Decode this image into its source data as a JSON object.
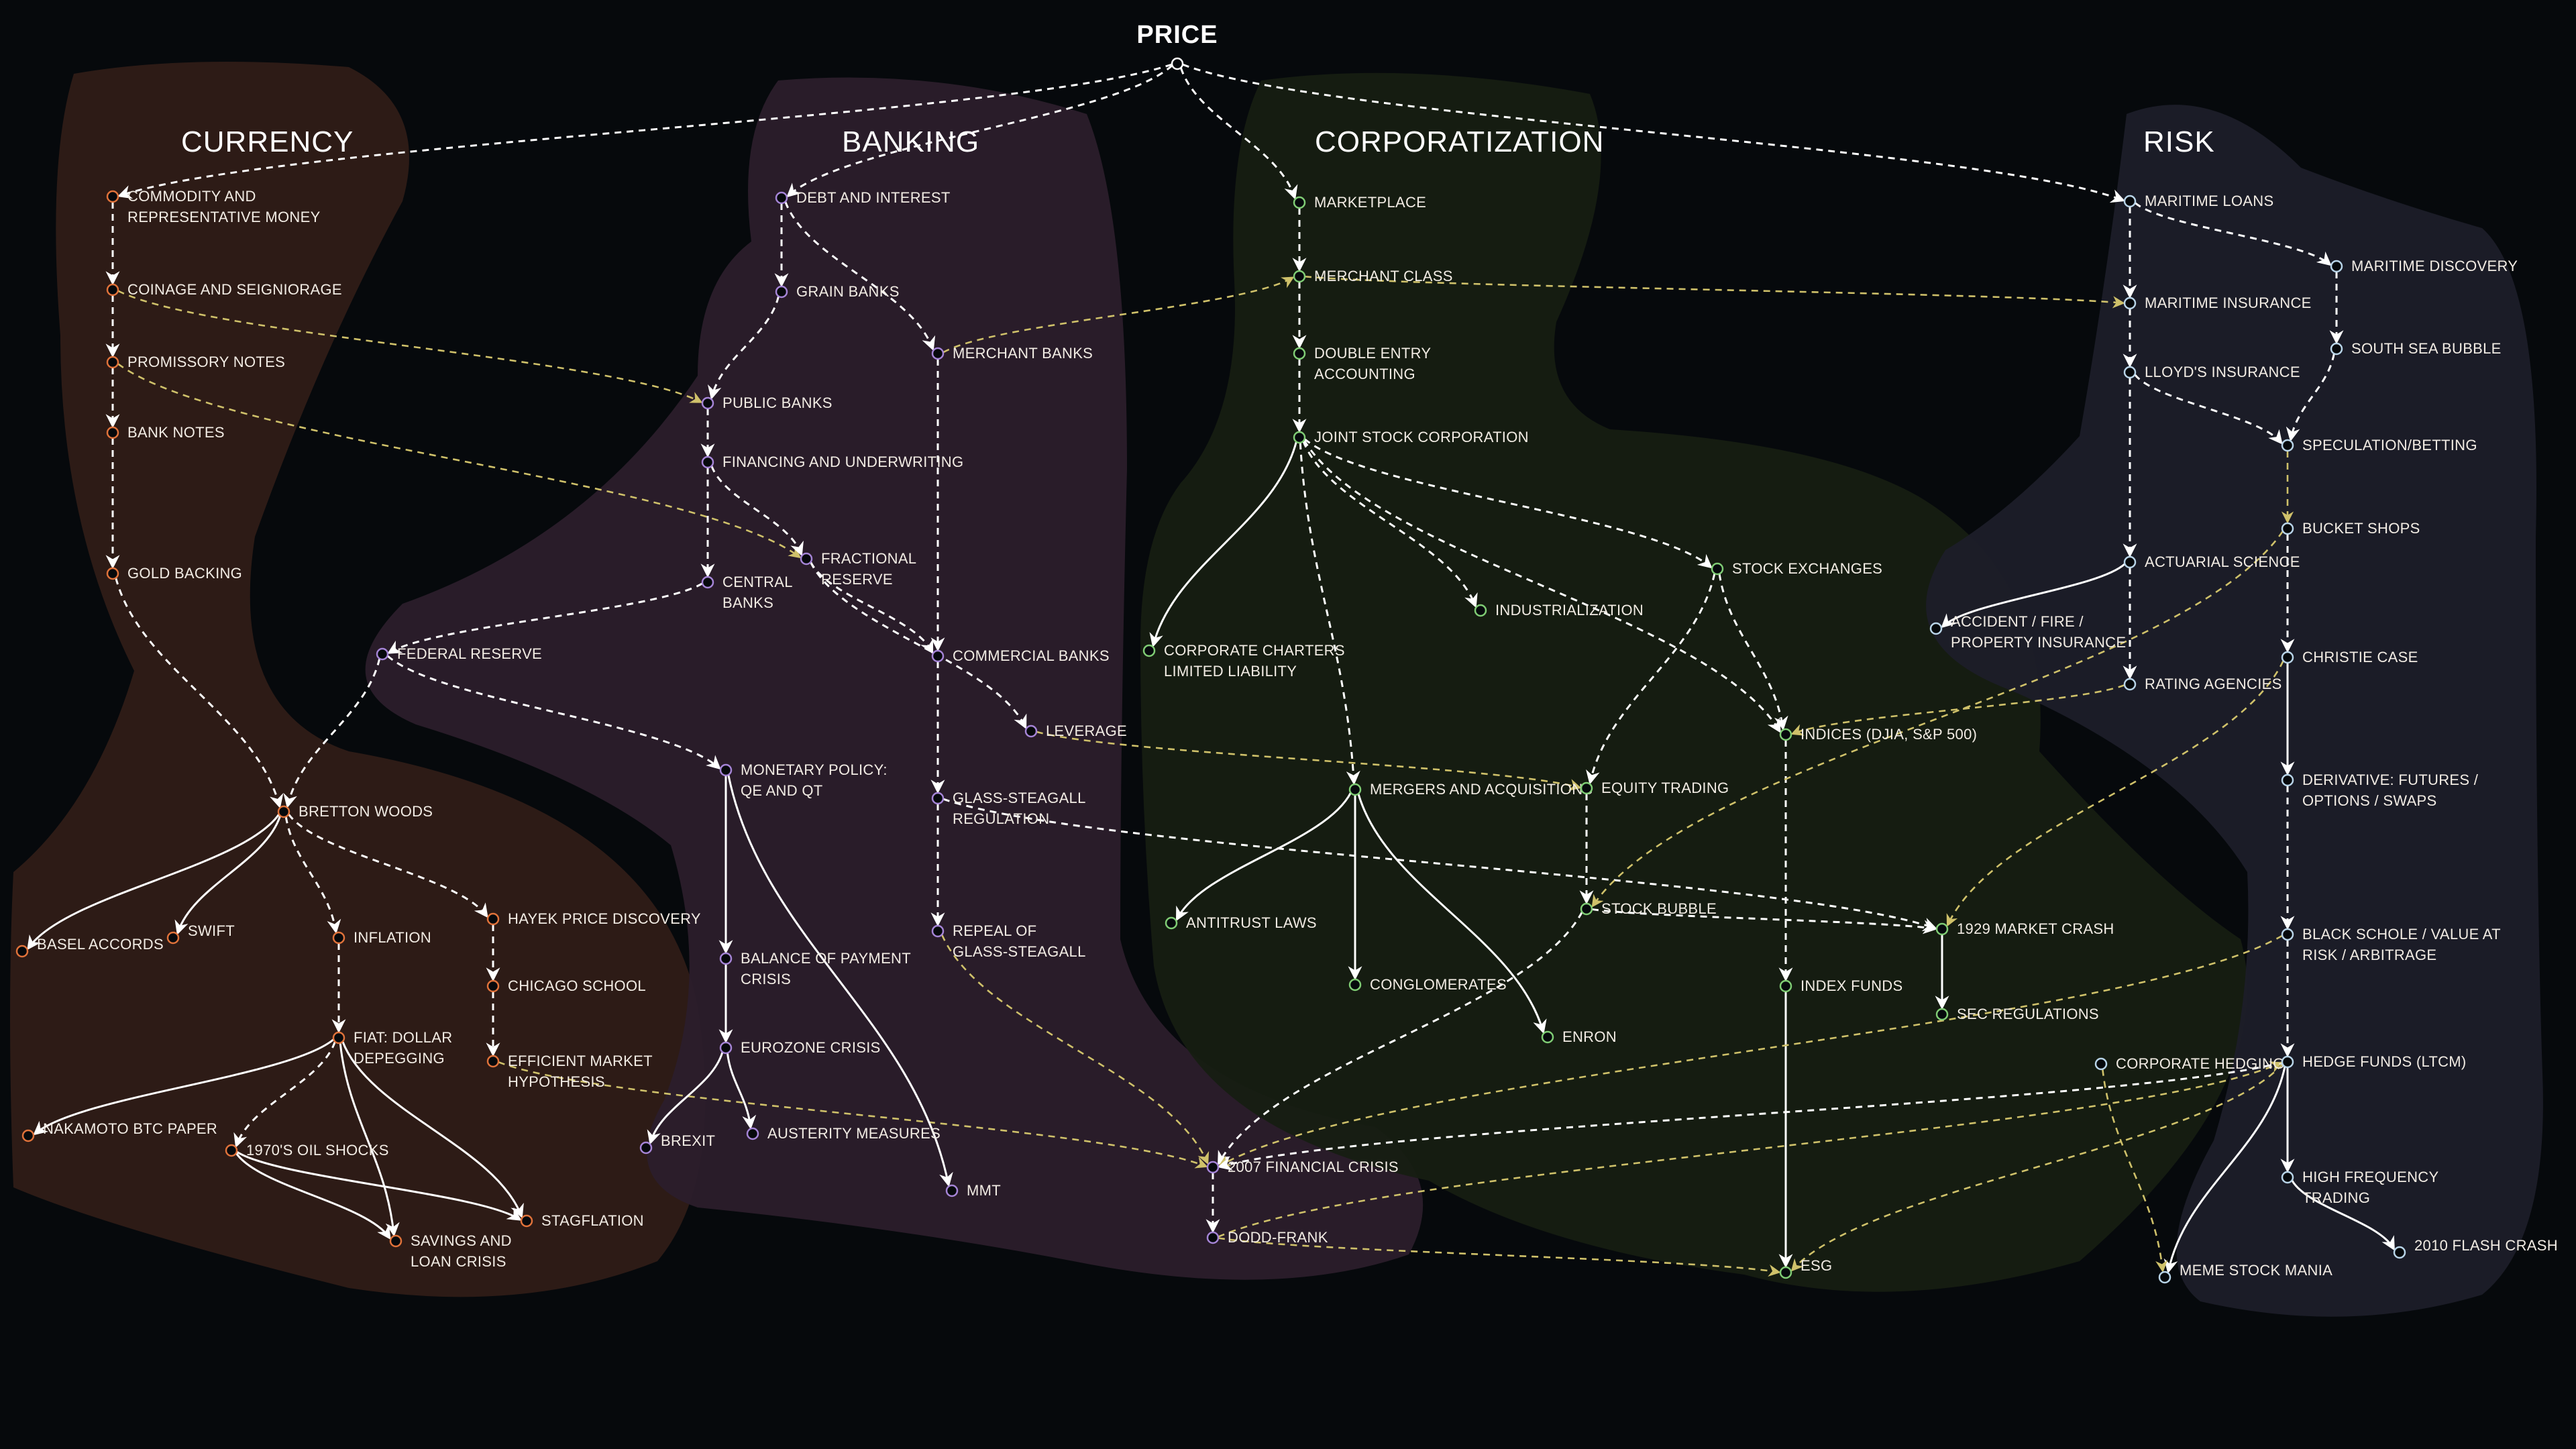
{
  "title": "PRICE",
  "regions": [
    {
      "key": "currency",
      "title": "CURRENCY",
      "fill": "#2f1c17",
      "stroke": "#e0723a"
    },
    {
      "key": "banking",
      "title": "BANKING",
      "fill": "#2b1e2b",
      "stroke": "#a584d6"
    },
    {
      "key": "corporatization",
      "title": "CORPORATIZATION",
      "fill": "#161e12",
      "stroke": "#7fcc74"
    },
    {
      "key": "risk",
      "title": "RISK",
      "fill": "#1c1e29",
      "stroke": "#b8d4e8"
    }
  ],
  "colors": {
    "background": "#06090c",
    "white_edge": "#ffffff",
    "yellow_edge": "#cfc16a",
    "label": "#f2ece4"
  },
  "nodes": {
    "price": {
      "region": "root",
      "lines": []
    },
    "commodity": {
      "region": "currency",
      "lines": [
        "COMMODITY AND",
        "REPRESENTATIVE MONEY"
      ]
    },
    "coinage": {
      "region": "currency",
      "lines": [
        "COINAGE AND SEIGNIORAGE"
      ]
    },
    "promissory": {
      "region": "currency",
      "lines": [
        "PROMISSORY NOTES"
      ]
    },
    "banknotes": {
      "region": "currency",
      "lines": [
        "BANK NOTES"
      ]
    },
    "gold": {
      "region": "currency",
      "lines": [
        "GOLD BACKING"
      ]
    },
    "bretton": {
      "region": "currency",
      "lines": [
        "BRETTON WOODS"
      ]
    },
    "basel": {
      "region": "currency",
      "lines": [
        "BASEL ACCORDS"
      ]
    },
    "swift": {
      "region": "currency",
      "lines": [
        "SWIFT"
      ]
    },
    "inflation": {
      "region": "currency",
      "lines": [
        "INFLATION"
      ]
    },
    "hayek": {
      "region": "currency",
      "lines": [
        "HAYEK PRICE DISCOVERY"
      ]
    },
    "chicago": {
      "region": "currency",
      "lines": [
        "CHICAGO SCHOOL"
      ]
    },
    "emh": {
      "region": "currency",
      "lines": [
        "EFFICIENT MARKET",
        "HYPOTHESIS"
      ]
    },
    "fiat": {
      "region": "currency",
      "lines": [
        "FIAT: DOLLAR",
        "DEPEGGING"
      ]
    },
    "nakamoto": {
      "region": "currency",
      "lines": [
        "NAKAMOTO BTC PAPER"
      ]
    },
    "oil": {
      "region": "currency",
      "lines": [
        "1970'S OIL SHOCKS"
      ]
    },
    "savings": {
      "region": "currency",
      "lines": [
        "SAVINGS AND",
        "LOAN CRISIS"
      ]
    },
    "stagflation": {
      "region": "currency",
      "lines": [
        "STAGFLATION"
      ]
    },
    "debt": {
      "region": "banking",
      "lines": [
        "DEBT AND INTEREST"
      ]
    },
    "grain": {
      "region": "banking",
      "lines": [
        "GRAIN BANKS"
      ]
    },
    "merchantbanks": {
      "region": "banking",
      "lines": [
        "MERCHANT BANKS"
      ]
    },
    "publicbanks": {
      "region": "banking",
      "lines": [
        "PUBLIC BANKS"
      ]
    },
    "financing": {
      "region": "banking",
      "lines": [
        "FINANCING AND UNDERWRITING"
      ]
    },
    "fractional": {
      "region": "banking",
      "lines": [
        "FRACTIONAL",
        "RESERVE"
      ]
    },
    "central": {
      "region": "banking",
      "lines": [
        "CENTRAL",
        "BANKS"
      ]
    },
    "fed": {
      "region": "banking",
      "lines": [
        "FEDERAL RESERVE"
      ]
    },
    "commercial": {
      "region": "banking",
      "lines": [
        "COMMERCIAL BANKS"
      ]
    },
    "leverage": {
      "region": "banking",
      "lines": [
        "LEVERAGE"
      ]
    },
    "monetary": {
      "region": "banking",
      "lines": [
        "MONETARY POLICY:",
        "QE AND QT"
      ]
    },
    "glass": {
      "region": "banking",
      "lines": [
        "GLASS-STEAGALL",
        "REGULATION"
      ]
    },
    "repeal": {
      "region": "banking",
      "lines": [
        "REPEAL OF",
        "GLASS-STEAGALL"
      ]
    },
    "bop": {
      "region": "banking",
      "lines": [
        "BALANCE OF PAYMENT",
        "CRISIS"
      ]
    },
    "eurozone": {
      "region": "banking",
      "lines": [
        "EUROZONE CRISIS"
      ]
    },
    "brexit": {
      "region": "banking",
      "lines": [
        "BREXIT"
      ]
    },
    "austerity": {
      "region": "banking",
      "lines": [
        "AUSTERITY MEASURES"
      ]
    },
    "mmt": {
      "region": "banking",
      "lines": [
        "MMT"
      ]
    },
    "gfc": {
      "region": "banking",
      "lines": [
        "2007 FINANCIAL CRISIS"
      ]
    },
    "doddfrank": {
      "region": "banking",
      "lines": [
        "DODD-FRANK"
      ]
    },
    "marketplace": {
      "region": "corporatization",
      "lines": [
        "MARKETPLACE"
      ]
    },
    "merchantclass": {
      "region": "corporatization",
      "lines": [
        "MERCHANT CLASS"
      ]
    },
    "doubleentry": {
      "region": "corporatization",
      "lines": [
        "DOUBLE ENTRY",
        "ACCOUNTING"
      ]
    },
    "jointstock": {
      "region": "corporatization",
      "lines": [
        "JOINT STOCK CORPORATION"
      ]
    },
    "charters": {
      "region": "corporatization",
      "lines": [
        "CORPORATE CHARTERS",
        "LIMITED LIABILITY"
      ]
    },
    "industrialization": {
      "region": "corporatization",
      "lines": [
        "INDUSTRIALIZATION"
      ]
    },
    "exchanges": {
      "region": "corporatization",
      "lines": [
        "STOCK EXCHANGES"
      ]
    },
    "indices": {
      "region": "corporatization",
      "lines": [
        "INDICES (DJIA, S&P 500)"
      ]
    },
    "mergers": {
      "region": "corporatization",
      "lines": [
        "MERGERS AND ACQUISITIONS"
      ]
    },
    "equity": {
      "region": "corporatization",
      "lines": [
        "EQUITY TRADING"
      ]
    },
    "antitrust": {
      "region": "corporatization",
      "lines": [
        "ANTITRUST LAWS"
      ]
    },
    "conglomerates": {
      "region": "corporatization",
      "lines": [
        "CONGLOMERATES"
      ]
    },
    "enron": {
      "region": "corporatization",
      "lines": [
        "ENRON"
      ]
    },
    "bubble": {
      "region": "corporatization",
      "lines": [
        "STOCK BUBBLE"
      ]
    },
    "crash1929": {
      "region": "corporatization",
      "lines": [
        "1929 MARKET CRASH"
      ]
    },
    "sec": {
      "region": "corporatization",
      "lines": [
        "SEC REGULATIONS"
      ]
    },
    "indexfunds": {
      "region": "corporatization",
      "lines": [
        "INDEX FUNDS"
      ]
    },
    "esg": {
      "region": "corporatization",
      "lines": [
        "ESG"
      ]
    },
    "maritimeloans": {
      "region": "risk",
      "lines": [
        "MARITIME LOANS"
      ]
    },
    "maritimediscovery": {
      "region": "risk",
      "lines": [
        "MARITIME DISCOVERY"
      ]
    },
    "maritimeinsurance": {
      "region": "risk",
      "lines": [
        "MARITIME INSURANCE"
      ]
    },
    "southsea": {
      "region": "risk",
      "lines": [
        "SOUTH SEA BUBBLE"
      ]
    },
    "lloyds": {
      "region": "risk",
      "lines": [
        "LLOYD'S INSURANCE"
      ]
    },
    "speculation": {
      "region": "risk",
      "lines": [
        "SPECULATION/BETTING"
      ]
    },
    "bucket": {
      "region": "risk",
      "lines": [
        "BUCKET SHOPS"
      ]
    },
    "actuarial": {
      "region": "risk",
      "lines": [
        "ACTUARIAL SCIENCE"
      ]
    },
    "accident": {
      "region": "risk",
      "lines": [
        "ACCIDENT / FIRE /",
        "PROPERTY INSURANCE"
      ]
    },
    "christie": {
      "region": "risk",
      "lines": [
        "CHRISTIE CASE"
      ]
    },
    "rating": {
      "region": "risk",
      "lines": [
        "RATING AGENCIES"
      ]
    },
    "derivative": {
      "region": "risk",
      "lines": [
        "DERIVATIVE: FUTURES /",
        "OPTIONS / SWAPS"
      ]
    },
    "blackscholes": {
      "region": "risk",
      "lines": [
        "BLACK SCHOLE / VALUE AT",
        "RISK / ARBITRAGE"
      ]
    },
    "corphedging": {
      "region": "risk",
      "lines": [
        "CORPORATE HEDGING"
      ]
    },
    "hedgefunds": {
      "region": "risk",
      "lines": [
        "HEDGE FUNDS (LTCM)"
      ]
    },
    "hft": {
      "region": "risk",
      "lines": [
        "HIGH FREQUENCY",
        "TRADING"
      ]
    },
    "flashcrash": {
      "region": "risk",
      "lines": [
        "2010 FLASH CRASH"
      ]
    },
    "meme": {
      "region": "risk",
      "lines": [
        "MEME STOCK MANIA"
      ]
    }
  },
  "edges": [
    [
      "price",
      "commodity",
      "dashed"
    ],
    [
      "price",
      "debt",
      "dashed"
    ],
    [
      "price",
      "marketplace",
      "dashed"
    ],
    [
      "price",
      "maritimeloans",
      "dashed"
    ],
    [
      "commodity",
      "coinage",
      "dashed"
    ],
    [
      "coinage",
      "promissory",
      "dashed"
    ],
    [
      "promissory",
      "banknotes",
      "dashed"
    ],
    [
      "banknotes",
      "gold",
      "dashed"
    ],
    [
      "gold",
      "bretton",
      "dashed"
    ],
    [
      "coinage",
      "publicbanks",
      "yellow"
    ],
    [
      "promissory",
      "fractional",
      "yellow"
    ],
    [
      "bretton",
      "basel",
      "solid"
    ],
    [
      "bretton",
      "swift",
      "solid"
    ],
    [
      "bretton",
      "inflation",
      "dashed"
    ],
    [
      "bretton",
      "hayek",
      "dashed"
    ],
    [
      "inflation",
      "fiat",
      "dashed"
    ],
    [
      "hayek",
      "chicago",
      "dashed"
    ],
    [
      "chicago",
      "emh",
      "dashed"
    ],
    [
      "fiat",
      "nakamoto",
      "solid"
    ],
    [
      "fiat",
      "oil",
      "dashed"
    ],
    [
      "fiat",
      "savings",
      "solid"
    ],
    [
      "fiat",
      "stagflation",
      "solid"
    ],
    [
      "oil",
      "savings",
      "solid"
    ],
    [
      "oil",
      "stagflation",
      "solid"
    ],
    [
      "emh",
      "gfc",
      "yellow"
    ],
    [
      "debt",
      "grain",
      "dashed"
    ],
    [
      "debt",
      "merchantbanks",
      "dashed"
    ],
    [
      "grain",
      "publicbanks",
      "dashed"
    ],
    [
      "publicbanks",
      "financing",
      "dashed"
    ],
    [
      "financing",
      "fractional",
      "dashed"
    ],
    [
      "financing",
      "central",
      "dashed"
    ],
    [
      "central",
      "fed",
      "dashed"
    ],
    [
      "fed",
      "bretton",
      "dashed"
    ],
    [
      "fed",
      "monetary",
      "dashed"
    ],
    [
      "fractional",
      "commercial",
      "dashed"
    ],
    [
      "fractional",
      "leverage",
      "dashed"
    ],
    [
      "merchantbanks",
      "commercial",
      "dashed"
    ],
    [
      "commercial",
      "glass",
      "dashed"
    ],
    [
      "glass",
      "repeal",
      "dashed"
    ],
    [
      "repeal",
      "gfc",
      "yellow"
    ],
    [
      "monetary",
      "bop",
      "solid"
    ],
    [
      "monetary",
      "mmt",
      "solid"
    ],
    [
      "bop",
      "eurozone",
      "solid"
    ],
    [
      "eurozone",
      "brexit",
      "solid"
    ],
    [
      "eurozone",
      "austerity",
      "solid"
    ],
    [
      "gfc",
      "doddfrank",
      "dashed"
    ],
    [
      "merchantbanks",
      "merchantclass",
      "yellow"
    ],
    [
      "merchantclass",
      "maritimeinsurance",
      "yellow"
    ],
    [
      "marketplace",
      "merchantclass",
      "dashed"
    ],
    [
      "merchantclass",
      "doubleentry",
      "dashed"
    ],
    [
      "doubleentry",
      "jointstock",
      "dashed"
    ],
    [
      "jointstock",
      "charters",
      "solid"
    ],
    [
      "jointstock",
      "industrialization",
      "dashed"
    ],
    [
      "jointstock",
      "exchanges",
      "dashed"
    ],
    [
      "jointstock",
      "mergers",
      "dashed"
    ],
    [
      "jointstock",
      "indices",
      "dashed"
    ],
    [
      "exchanges",
      "equity",
      "dashed"
    ],
    [
      "exchanges",
      "indices",
      "dashed"
    ],
    [
      "indices",
      "indexfunds",
      "dashed"
    ],
    [
      "indexfunds",
      "esg",
      "solid"
    ],
    [
      "mergers",
      "antitrust",
      "solid"
    ],
    [
      "mergers",
      "conglomerates",
      "solid"
    ],
    [
      "mergers",
      "enron",
      "solid"
    ],
    [
      "equity",
      "bubble",
      "dashed"
    ],
    [
      "bubble",
      "crash1929",
      "dashed"
    ],
    [
      "bubble",
      "gfc",
      "dashed"
    ],
    [
      "crash1929",
      "sec",
      "solid"
    ],
    [
      "leverage",
      "equity",
      "yellow"
    ],
    [
      "glass",
      "crash1929",
      "dashed"
    ],
    [
      "doddfrank",
      "esg",
      "yellow"
    ],
    [
      "maritimeloans",
      "maritimediscovery",
      "dashed"
    ],
    [
      "maritimeloans",
      "maritimeinsurance",
      "dashed"
    ],
    [
      "maritimediscovery",
      "southsea",
      "dashed"
    ],
    [
      "maritimeinsurance",
      "lloyds",
      "dashed"
    ],
    [
      "lloyds",
      "speculation",
      "dashed"
    ],
    [
      "southsea",
      "speculation",
      "dashed"
    ],
    [
      "lloyds",
      "actuarial",
      "dashed"
    ],
    [
      "actuarial",
      "accident",
      "solid"
    ],
    [
      "actuarial",
      "rating",
      "dashed"
    ],
    [
      "speculation",
      "bucket",
      "yellow"
    ],
    [
      "bucket",
      "christie",
      "dashed"
    ],
    [
      "bucket",
      "bubble",
      "yellow"
    ],
    [
      "christie",
      "derivative",
      "solid"
    ],
    [
      "christie",
      "crash1929",
      "yellow"
    ],
    [
      "rating",
      "indices",
      "yellow"
    ],
    [
      "derivative",
      "blackscholes",
      "dashed"
    ],
    [
      "blackscholes",
      "hedgefunds",
      "dashed"
    ],
    [
      "blackscholes",
      "gfc",
      "yellow"
    ],
    [
      "hedgefunds",
      "hft",
      "solid"
    ],
    [
      "hft",
      "flashcrash",
      "solid"
    ],
    [
      "hedgefunds",
      "meme",
      "solid"
    ],
    [
      "hedgefunds",
      "gfc",
      "dashed"
    ],
    [
      "hedgefunds",
      "esg",
      "yellow"
    ],
    [
      "corphedging",
      "meme",
      "yellow"
    ],
    [
      "doddfrank",
      "hedgefunds",
      "yellow"
    ]
  ]
}
